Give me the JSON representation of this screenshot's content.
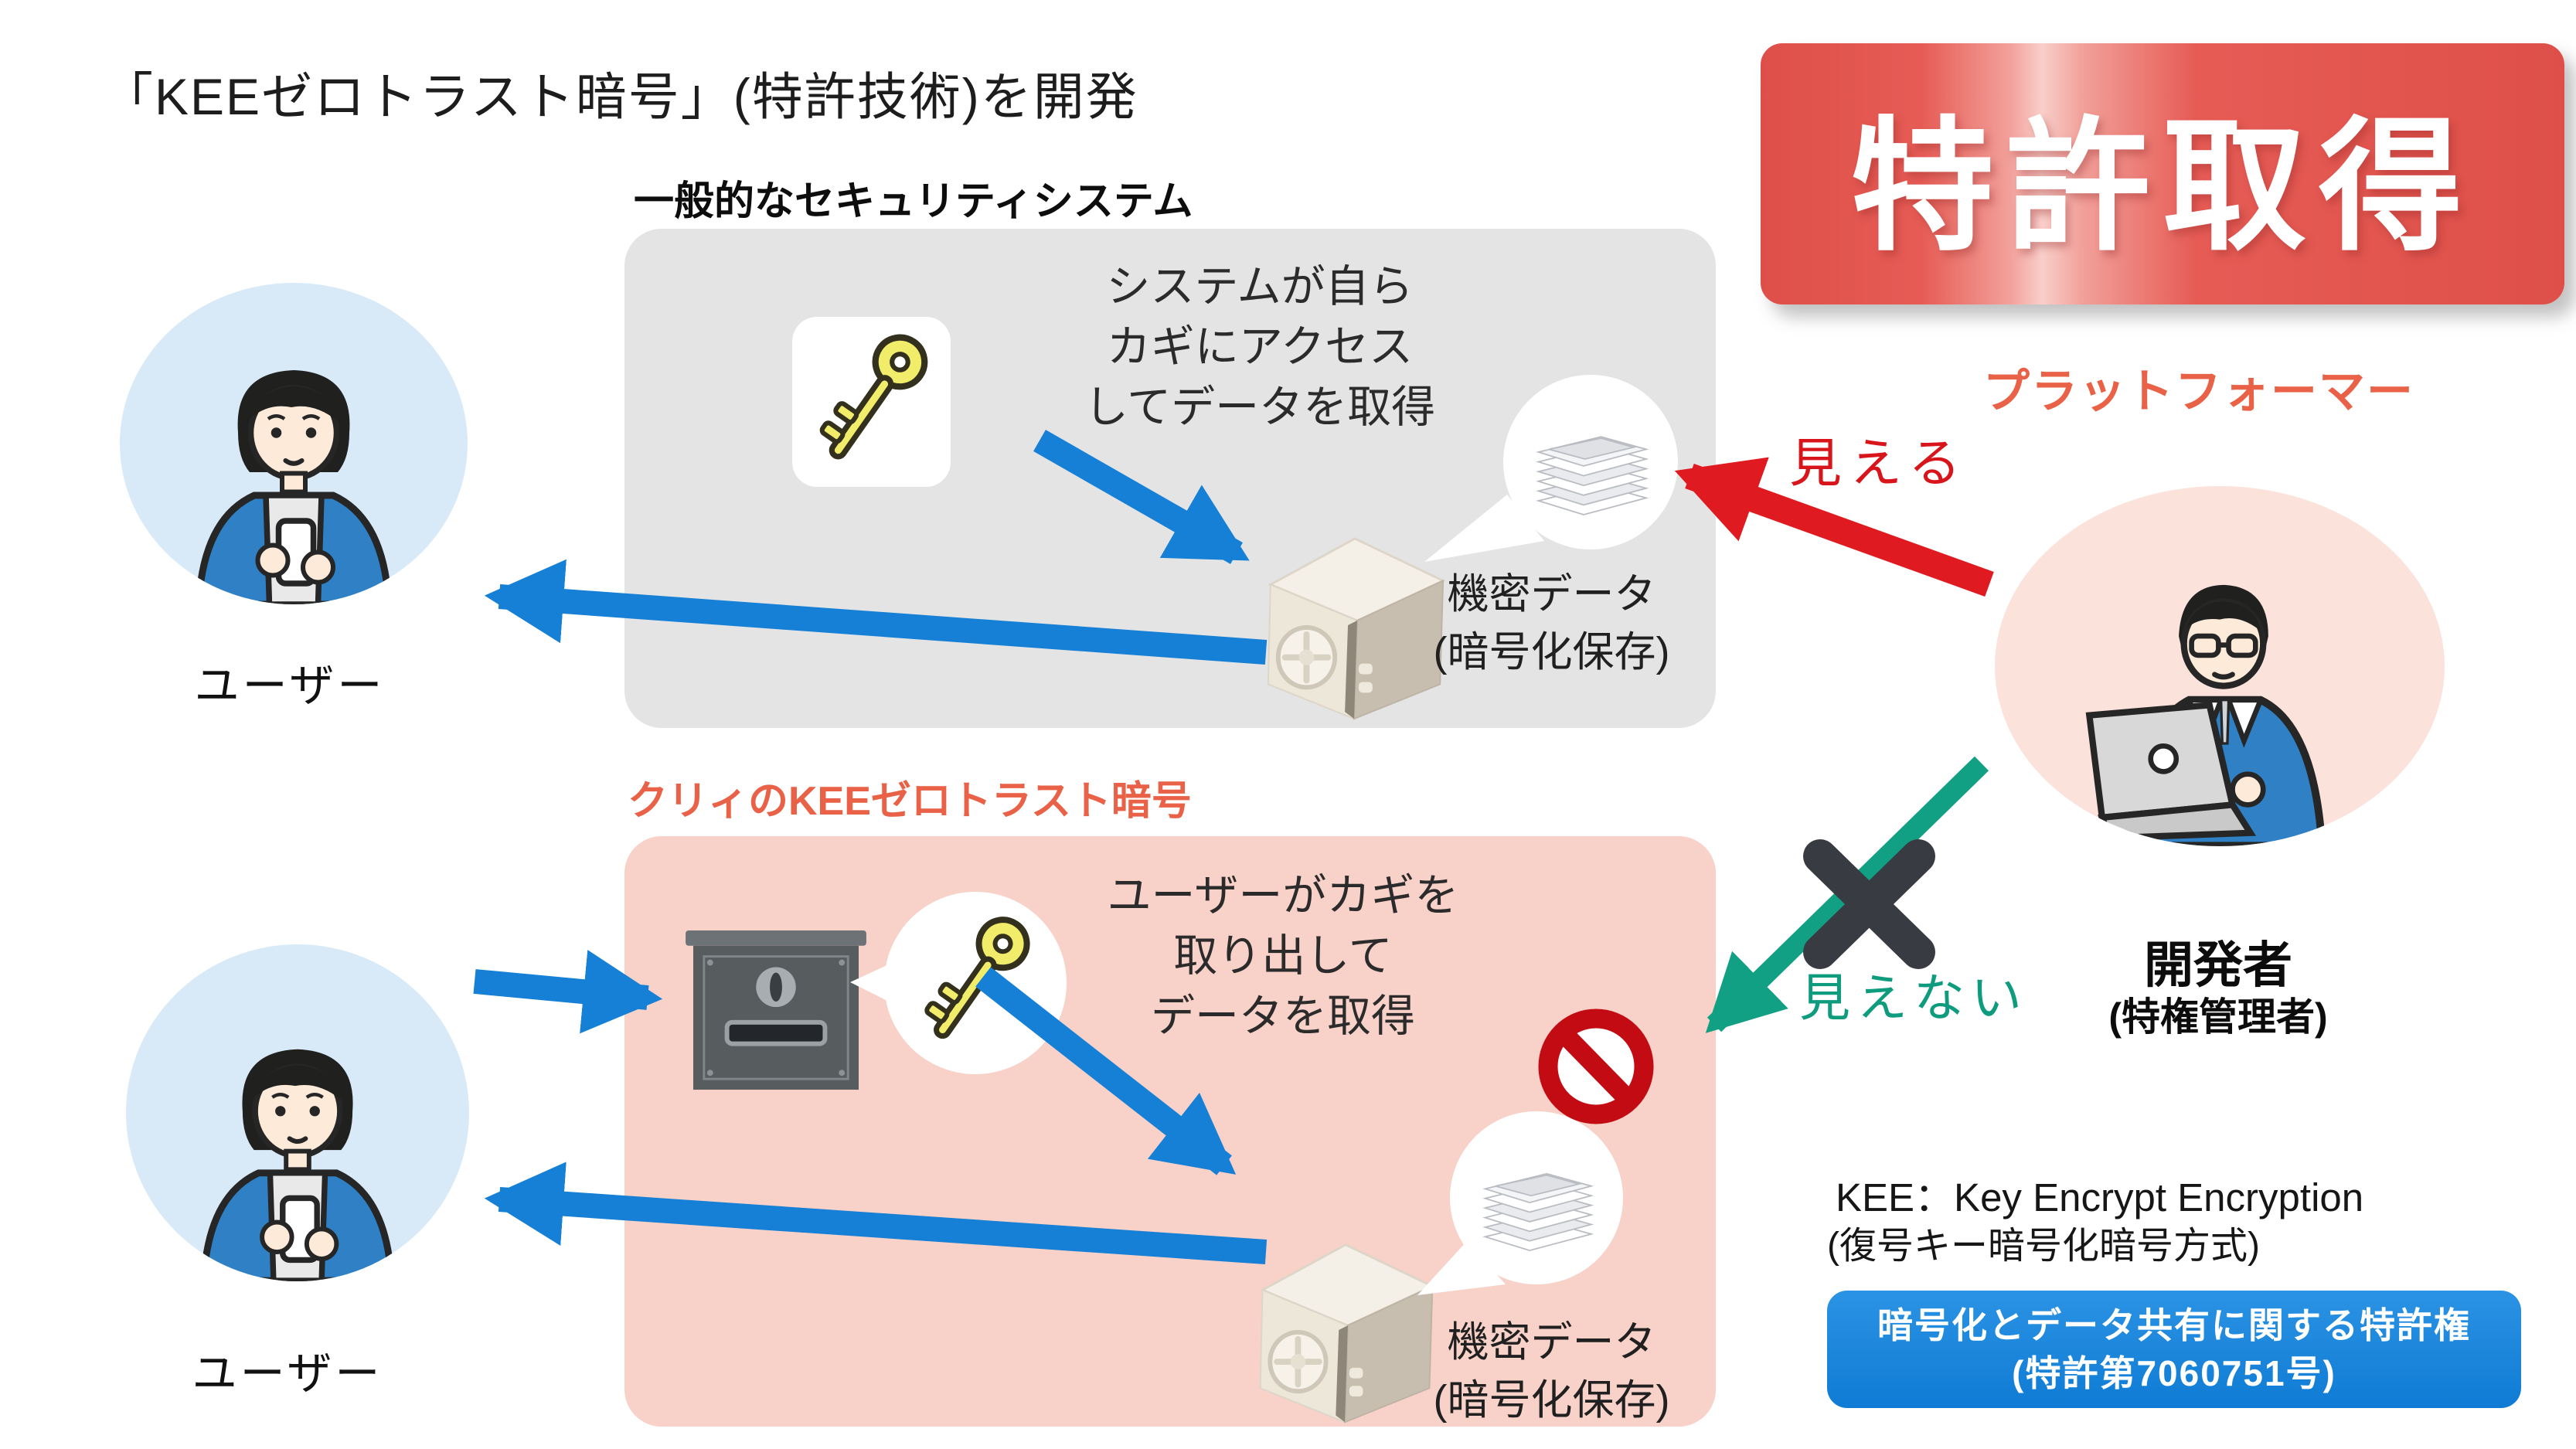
{
  "header": {
    "title": "「KEEゼロトラスト暗号」(特許技術)を開発",
    "patent_badge": "特許取得"
  },
  "legacy_system": {
    "title": "一般的なセキュリティシステム",
    "note_lines": [
      "システムが自ら",
      "カギにアクセス",
      "してデータを取得"
    ],
    "secret_data_line1": "機密データ",
    "secret_data_line2": "(暗号化保存)",
    "user_label": "ユーザー"
  },
  "kee_system": {
    "title": "クリィのKEEゼロトラスト暗号",
    "note_lines": [
      "ユーザーがカギを",
      "取り出して",
      "データを取得"
    ],
    "secret_data_line1": "機密データ",
    "secret_data_line2": "(暗号化保存)",
    "user_label": "ユーザー"
  },
  "platformer": {
    "label": "プラットフォーマー",
    "can_see": "見える",
    "cannot_see": "見えない",
    "role_title": "開発者",
    "role_sub": "(特権管理者)"
  },
  "kee_note": {
    "line1": "KEE：Key Encrypt Encryption",
    "line2": "(復号キー暗号化暗号方式)"
  },
  "patent_box": {
    "line1": "暗号化とデータ共有に関する特許権",
    "line2": "(特許第7060751号)"
  },
  "colors": {
    "badge_red": "#E6564F",
    "accent_coral": "#E96247",
    "arrow_blue": "#1580D5",
    "arrow_red": "#DF1A20",
    "arrow_green": "#12A084",
    "patent_blue": "#1583DC",
    "legacy_box_gray": "#E4E4E5",
    "kee_box_pink": "#F8D1C8",
    "user_circle_blue": "#D8EAF8",
    "platformer_circle_pink": "#FBE2DB"
  },
  "icons": [
    "user-phone-icon",
    "developer-laptop-icon",
    "key-icon",
    "safe-icon",
    "document-stack-icon",
    "lockbox-icon",
    "prohibition-icon",
    "x-mark-icon"
  ]
}
